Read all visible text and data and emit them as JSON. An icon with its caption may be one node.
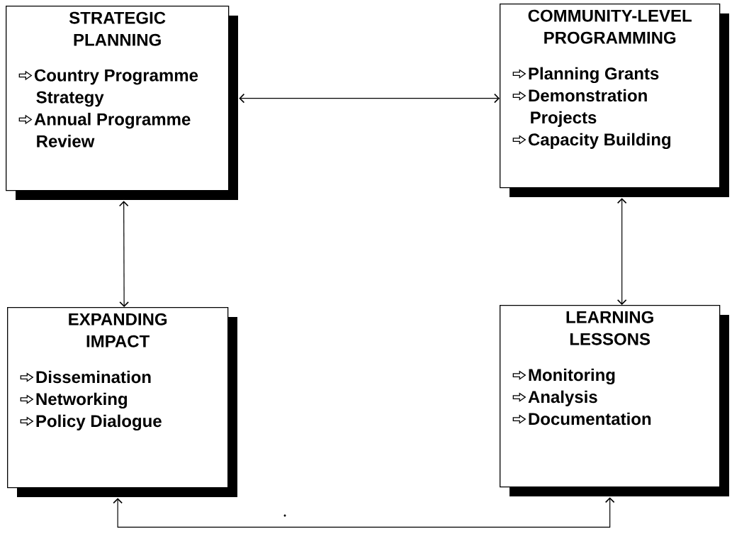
{
  "diagram": {
    "nodes": [
      {
        "text": [
          "STRATEGIC PLANNING",
          "Country Programme Strategy",
          "Annual Programme Review"
        ]
      },
      {
        "text": [
          "COMMUNITY-LEVEL PROGRAMMING",
          "Planning Grants",
          "Demonstration Projects",
          "Capacity Building"
        ]
      },
      {
        "text": [
          "EXPANDING IMPACT",
          "Dissemination",
          "Networking",
          "Policy Dialogue"
        ]
      },
      {
        "text": [
          "LEARNING LESSONS",
          "Monitoring",
          "Analysis",
          "Documentation"
        ]
      }
    ],
    "edges": [
      {
        "from": 0,
        "to": 1,
        "arrow": "both"
      },
      {
        "from": 0,
        "to": 2,
        "arrow": "both"
      },
      {
        "from": 1,
        "to": 3,
        "arrow": "both"
      },
      {
        "from": 2,
        "to": 3,
        "arrow": "both"
      }
    ]
  }
}
